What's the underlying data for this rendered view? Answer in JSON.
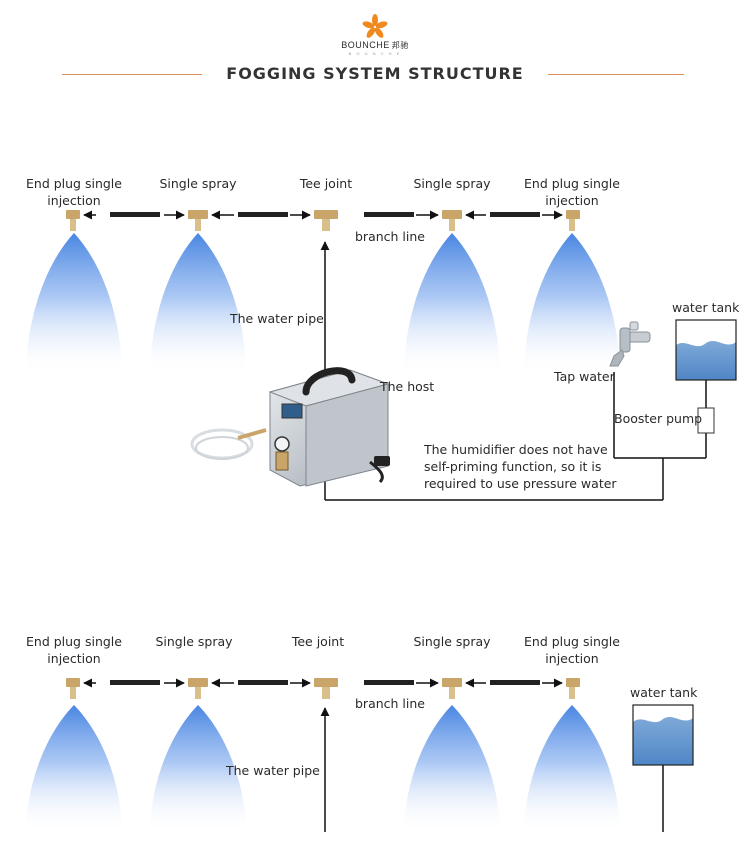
{
  "brand": {
    "name": "BOUNCHE",
    "name_cn": "邦驰",
    "tagline": "B O U N C H E",
    "colors": {
      "petal": "#f08a1f",
      "rule": "#d89060"
    }
  },
  "header": {
    "title": "FOGGING SYSTEM STRUCTURE"
  },
  "diagram1": {
    "nozzles": [
      {
        "label_line1": "End plug single",
        "label_line2": "injection"
      },
      {
        "label_line1": "Single spray",
        "label_line2": ""
      },
      {
        "label_line1": "Tee joint",
        "label_line2": ""
      },
      {
        "label_line1": "Single spray",
        "label_line2": ""
      },
      {
        "label_line1": "End plug single",
        "label_line2": "injection"
      }
    ],
    "branch_line": "branch line",
    "water_pipe": "The water pipe",
    "host": "The host",
    "tap_water": "Tap water",
    "water_tank": "water tank",
    "booster_pump": "Booster pump",
    "note_line1": "The humidifier does not have",
    "note_line2": "self-priming function, so it is",
    "note_line3": "required to use pressure water"
  },
  "diagram2": {
    "nozzles": [
      {
        "label_line1": "End plug single",
        "label_line2": "injection"
      },
      {
        "label_line1": "Single spray",
        "label_line2": ""
      },
      {
        "label_line1": "Tee joint",
        "label_line2": ""
      },
      {
        "label_line1": "Single spray",
        "label_line2": ""
      },
      {
        "label_line1": "End plug single",
        "label_line2": "injection"
      }
    ],
    "branch_line": "branch line",
    "water_pipe": "The water pipe",
    "water_tank": "water tank"
  }
}
